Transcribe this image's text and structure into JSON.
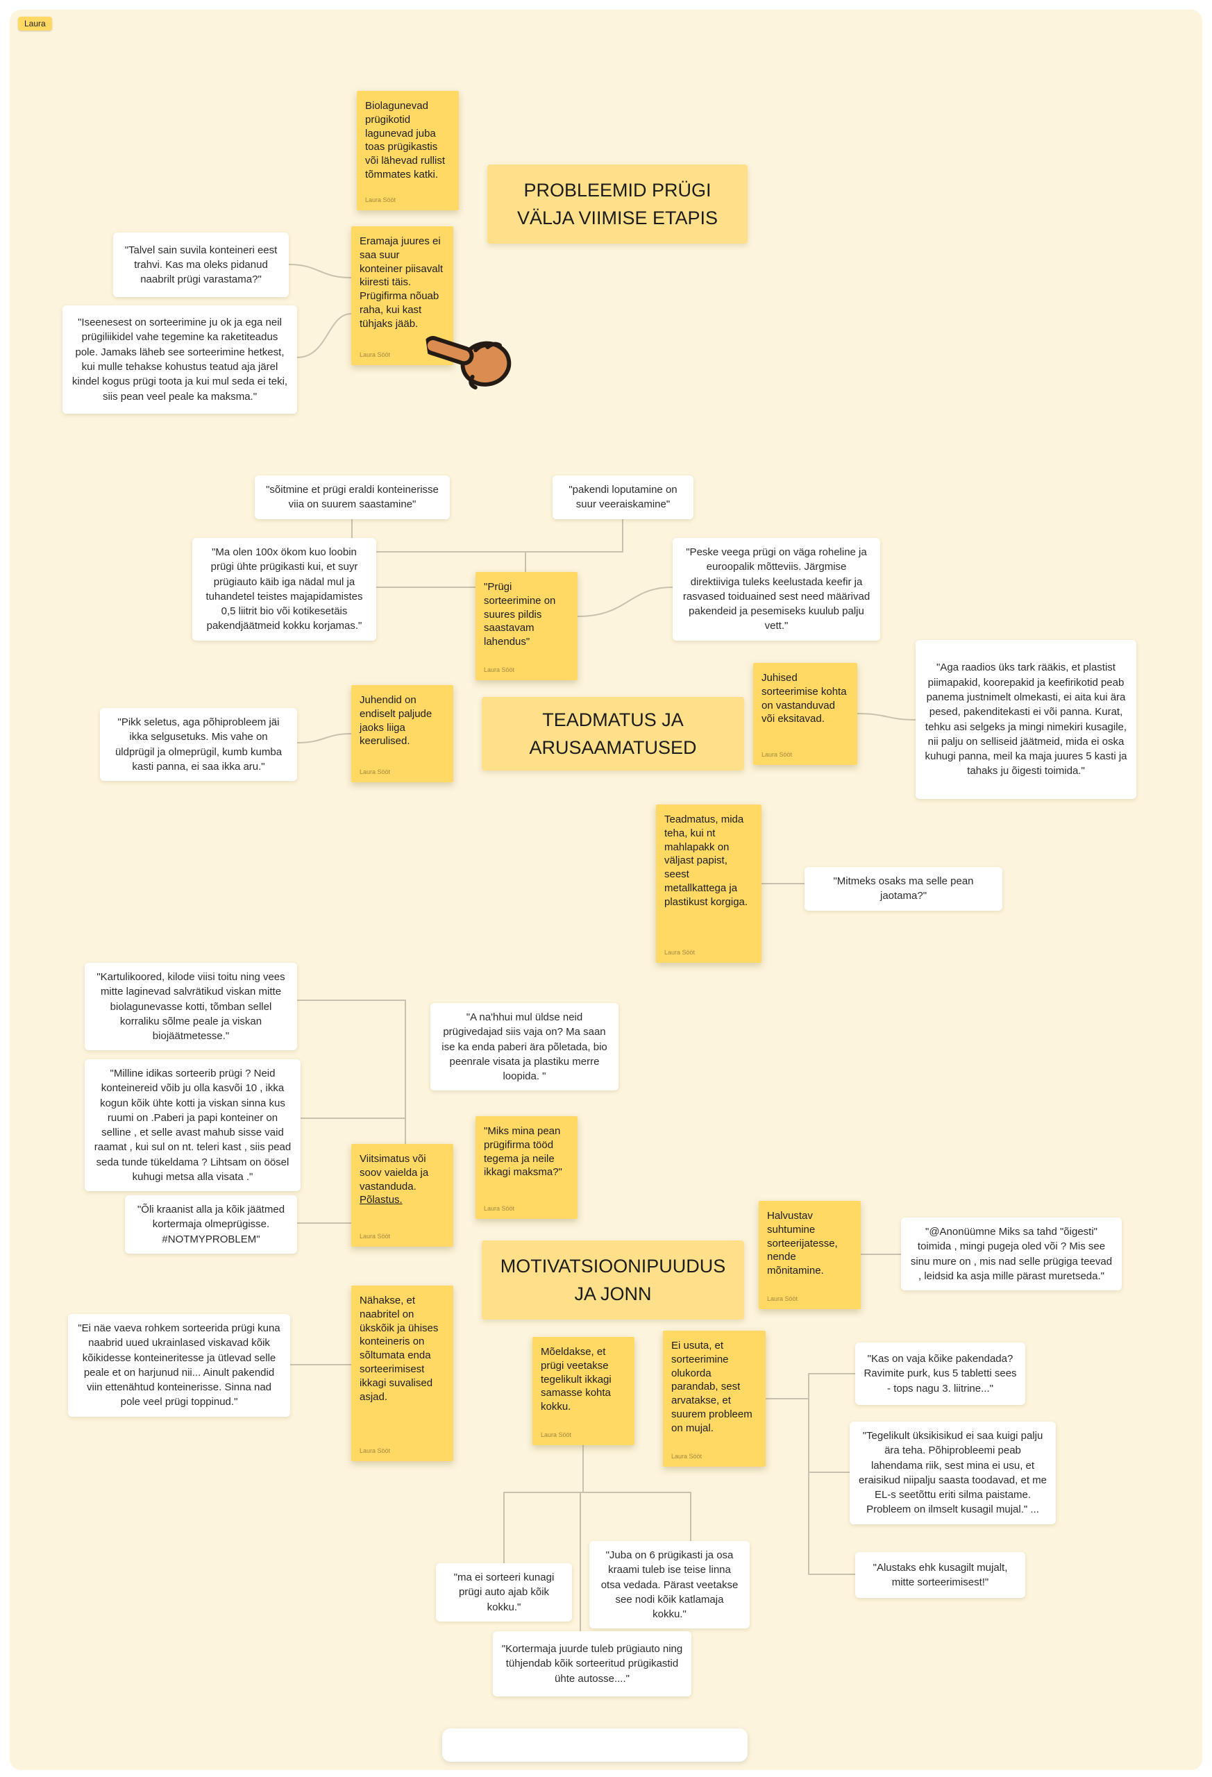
{
  "collaborator": {
    "name": "Laura"
  },
  "author": "Laura Sööt",
  "colors": {
    "canvas_bg": "#FCF4DC",
    "sticky_bg": "#FFD964",
    "title_bg": "#FFE08A",
    "connector": "#C8C1AD",
    "hand_fill": "#DB8C50"
  },
  "sections": [
    {
      "title": "PROBLEEMID PRÜGI VÄLJA VIIMISE ETAPIS"
    },
    {
      "title": "TEADMATUS JA ARUSAAMATUSED"
    },
    {
      "title": "MOTIVATSIOONIPUUDUS JA JONN"
    }
  ],
  "stickies": [
    {
      "text": "Biolagunevad prügikotid lagunevad juba toas prügikastis või lähevad rullist tõmmates katki."
    },
    {
      "text": "Eramaja juures ei saa suur konteiner piisavalt kiiresti täis. Prügifirma nõuab raha, kui kast tühjaks jääb."
    },
    {
      "text": "\"Prügi sorteerimine on suures pildis saastavam lahendus\""
    },
    {
      "text": "Juhendid on endiselt paljude jaoks liiga keerulised."
    },
    {
      "text": "Juhised sorteerimise kohta on vastanduvad või eksitavad."
    },
    {
      "text": "Teadmatus, mida teha, kui nt mahlapakk on väljast papist, seest metallkattega ja plastikust korgiga."
    },
    {
      "text": "\"Miks mina pean prügifirma tööd tegema ja neile ikkagi maksma?\""
    },
    {
      "text": "Viitsimatus või soov vaielda ja vastanduda.",
      "underlined": "Põlastus."
    },
    {
      "text": "Halvustav suhtumine sorteerijatesse, nende mõnitamine."
    },
    {
      "text": "Nähakse, et naabritel on ükskõik ja ühises konteineris on sõltumata enda sorteerimisest ikkagi suvalised asjad."
    },
    {
      "text": "Mõeldakse, et prügi veetakse tegelikult ikkagi samasse kohta kokku."
    },
    {
      "text": "Ei usuta, et sorteerimine olukorda parandab, sest arvatakse, et suurem probleem on mujal."
    }
  ],
  "quotes": [
    {
      "text": "\"Talvel sain suvila konteineri eest trahvi. Kas ma oleks pidanud naabrilt prügi varastama?\""
    },
    {
      "text": "\"Iseenesest on sorteerimine ju ok ja ega neil prügiliikidel vahe tegemine ka raketiteadus pole. Jamaks läheb see sorteerimine hetkest, kui mulle tehakse kohustus teatud aja järel kindel kogus prügi toota ja kui mul seda ei teki, siis pean veel peale ka maksma.\""
    },
    {
      "text": "\"sõitmine et prügi eraldi konteinerisse viia on suurem saastamine\""
    },
    {
      "text": "\"pakendi loputamine on suur veeraiskamine\""
    },
    {
      "text": "\"Ma olen 100x ökom kuo loobin prügi ühte prügikasti kui, et suyr prügiauto käib iga nädal mul ja tuhandetel teistes majapidamistes 0,5 liitrit bio või kotikesetäis pakendjäätmeid kokku korjamas.\""
    },
    {
      "text": "\"Peske veega prügi on väga roheline ja euroopalik mõtteviis. Järgmise direktiiviga tuleks keelustada keefir ja rasvased toiduained sest need määrivad pakendeid ja pesemiseks kuulub palju vett.\""
    },
    {
      "text": "\"Pikk seletus, aga põhiprobleem jäi ikka selgusetuks. Mis vahe on üldprügil ja olmeprügil, kumb kumba kasti panna, ei saa ikka aru.\""
    },
    {
      "text": "\"Aga raadios üks tark rääkis, et plastist piimapakid, koorepakid ja keefirikotid peab panema justnimelt olmekasti, ei aita kui ära pesed, pakenditekasti ei või panna. Kurat, tehku asi selgeks ja mingi nimekiri kusagile, nii palju on selliseid jäätmeid, mida ei oska kuhugi panna, meil ka maja juures 5 kasti ja tahaks ju õigesti toimida.\""
    },
    {
      "text": "\"Mitmeks osaks ma selle pean jaotama?\""
    },
    {
      "text": "\"Kartulikoored, kilode viisi toitu ning vees mitte laginevad salvrätikud viskan mitte biolagunevasse kotti, tõmban sellel korraliku sõlme peale ja viskan biojäätmetesse.\""
    },
    {
      "text": "\"A na'hhui mul üldse neid prügivedajad siis vaja on? Ma saan ise ka enda paberi ära põletada, bio peenrale visata ja plastiku merre loopida. \""
    },
    {
      "text": "\"Milline idikas sorteerib prügi ? Neid konteinereid võib ju olla kasvõi 10 , ikka kogun kõik ühte kotti ja viskan sinna kus ruumi on .Paberi ja papi konteiner on selline , et selle avast mahub sisse vaid raamat , kui sul on nt. teleri kast , siis pead seda tunde tükeldama ? Lihtsam on öösel kuhugi metsa alla visata .\""
    },
    {
      "text": "\"Õli kraanist alla ja kõik jäätmed kortermaja olmeprügisse. #NOTMYPROBLEM\""
    },
    {
      "text": "\"@Anonüümne Miks sa tahd \"õigesti\" toimida , mingi pugeja oled või ? Mis see sinu mure on , mis nad selle prügiga teevad , leidsid ka asja mille pärast muretseda.\""
    },
    {
      "text": "\"Ei näe vaeva rohkem sorteerida prügi kuna naabrid uued ukrainlased viskavad kõik kõikidesse konteineritesse ja ütlevad selle peale et on harjunud nii... Ainult pakendid viin ettenähtud konteinerisse. Sinna nad pole veel prügi toppinud.\""
    },
    {
      "text": "\"Kas on vaja kõike pakendada? Ravimite purk, kus 5 tabletti sees - tops nagu 3. liitrine...\""
    },
    {
      "text": "\"Tegelikult üksikisikud ei saa kuigi palju ära teha. Põhiprobleemi peab lahendama riik, sest mina ei usu, et eraisikud niipalju saasta toodavad, et me EL-s seetõttu eriti silma paistame. Probleem on ilmselt kusagil mujal.\" ..."
    },
    {
      "text": "\"Alustaks ehk kusagilt mujalt, mitte sorteerimisest!\""
    },
    {
      "text": "\"ma ei sorteeri kunagi prügi auto ajab kõik kokku.\""
    },
    {
      "text": "\"Juba on 6 prügikasti ja osa kraami tuleb ise teise linna otsa vedada. Pärast veetakse see nodi kõik katlamaja kokku.\""
    },
    {
      "text": "\"Kortermaja juurde tuleb prügiauto ning tühjendab kõik sorteeritud prügikastid ühte autosse....\""
    }
  ]
}
